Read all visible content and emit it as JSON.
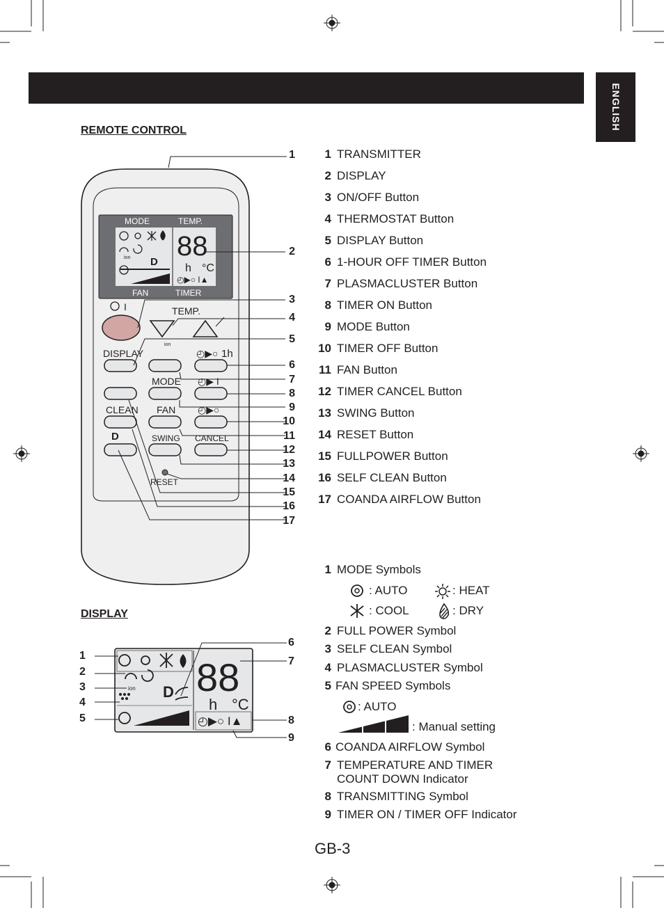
{
  "header": {
    "language_tab": "ENGLISH"
  },
  "remote_section": {
    "title": "REMOTE CONTROL",
    "callout_numbers": [
      "1",
      "2",
      "3",
      "4",
      "5",
      "6",
      "7",
      "8",
      "9",
      "10",
      "11",
      "12",
      "13",
      "14",
      "15",
      "16",
      "17"
    ],
    "parts": [
      {
        "num": "1",
        "label": "TRANSMITTER"
      },
      {
        "num": "2",
        "label": "DISPLAY"
      },
      {
        "num": "3",
        "label": "ON/OFF Button"
      },
      {
        "num": "4",
        "label": "THERMOSTAT Button"
      },
      {
        "num": "5",
        "label": "DISPLAY Button"
      },
      {
        "num": "6",
        "label": "1-HOUR OFF TIMER Button"
      },
      {
        "num": "7",
        "label": "PLASMACLUSTER Button"
      },
      {
        "num": "8",
        "label": "TIMER ON Button"
      },
      {
        "num": "9",
        "label": "MODE Button"
      },
      {
        "num": "10",
        "label": "TIMER OFF Button"
      },
      {
        "num": "11",
        "label": "FAN Button"
      },
      {
        "num": "12",
        "label": "TIMER CANCEL Button"
      },
      {
        "num": "13",
        "label": "SWING Button"
      },
      {
        "num": "14",
        "label": "RESET Button"
      },
      {
        "num": "15",
        "label": "FULLPOWER Button"
      },
      {
        "num": "16",
        "label": "SELF CLEAN Button"
      },
      {
        "num": "17",
        "label": "COANDA AIRFLOW Button"
      }
    ],
    "remote_labels": {
      "lcd_mode": "MODE",
      "lcd_temp": "TEMP.",
      "lcd_fan": "FAN",
      "lcd_timer": "TIMER",
      "lcd_h": "h",
      "lcd_deg": "°C",
      "lcd_ion": "ion",
      "temp": "TEMP.",
      "display": "DISPLAY",
      "mode": "MODE",
      "fan": "FAN",
      "clean": "CLEAN",
      "swing": "SWING",
      "cancel": "CANCEL",
      "reset": "RESET",
      "one_h": "1h",
      "ion": "ion",
      "onoff": "I"
    }
  },
  "display_section": {
    "title": "DISPLAY",
    "callout_numbers": [
      "1",
      "2",
      "3",
      "4",
      "5",
      "6",
      "7",
      "8",
      "9"
    ],
    "lcd_h": "h",
    "lcd_deg": "°C",
    "lcd_ion": "ion",
    "items": [
      {
        "num": "1",
        "label": "MODE Symbols"
      },
      {
        "num": "2",
        "label": "FULL POWER Symbol"
      },
      {
        "num": "3",
        "label": "SELF CLEAN Symbol"
      },
      {
        "num": "4",
        "label": "PLASMACLUSTER Symbol"
      },
      {
        "num": "5",
        "label": "FAN SPEED Symbols"
      },
      {
        "num": "6",
        "label": "COANDA AIRFLOW Symbol"
      },
      {
        "num": "7",
        "label": "TEMPERATURE AND TIMER",
        "label2": "COUNT DOWN Indicator"
      },
      {
        "num": "8",
        "label": "TRANSMITTING Symbol"
      },
      {
        "num": "9",
        "label": "TIMER ON / TIMER OFF Indicator"
      }
    ],
    "mode_legend": {
      "auto": ": AUTO",
      "heat": ": HEAT",
      "cool": ": COOL",
      "dry": ": DRY"
    },
    "fan_legend": {
      "auto": ": AUTO",
      "manual": ": Manual setting"
    }
  },
  "footer": {
    "page_number": "GB-3"
  },
  "colors": {
    "ink": "#231f20",
    "lcd_bg": "#6d6e71",
    "remote_body": "#efeff0",
    "button_fill": "#e6e7e8",
    "onoff_fill": "#d1a6a3"
  }
}
